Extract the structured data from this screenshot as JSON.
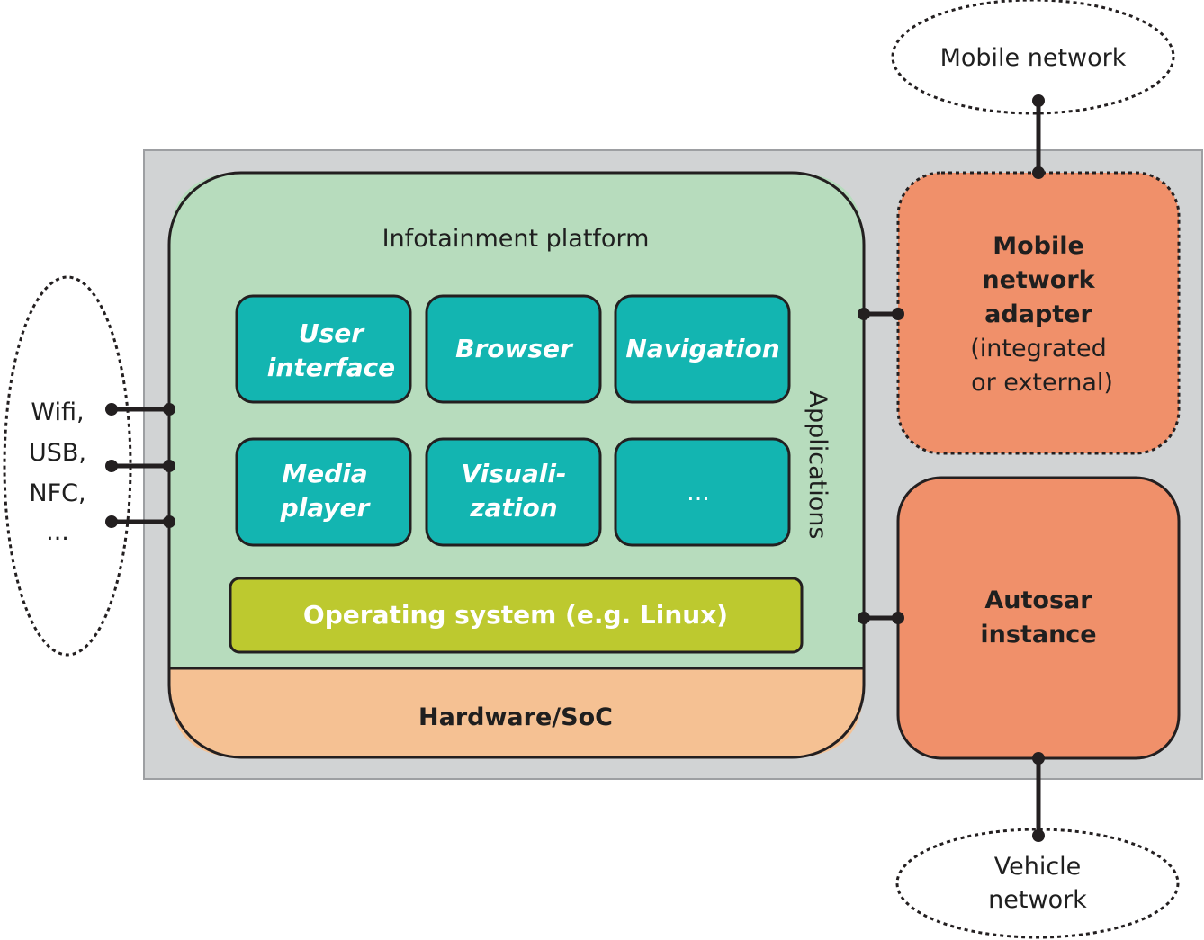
{
  "external": {
    "mobile_network": "Mobile network",
    "vehicle_network": {
      "line1": "Vehicle",
      "line2": "network"
    },
    "left_interfaces": [
      "Wifi,",
      "USB,",
      "NFC,",
      "..."
    ]
  },
  "platform": {
    "title": "Infotainment platform",
    "applications_label": "Applications",
    "apps": [
      {
        "line1": "User",
        "line2": "interface"
      },
      {
        "line1": "Browser",
        "line2": ""
      },
      {
        "line1": "Navigation",
        "line2": ""
      },
      {
        "line1": "Media",
        "line2": "player"
      },
      {
        "line1": "Visuali-",
        "line2": "zation"
      },
      {
        "line1": "...",
        "line2": ""
      }
    ],
    "os_label": "Operating system (e.g. Linux)",
    "hardware_label": "Hardware/SoC"
  },
  "mobile_adapter": {
    "bold_lines": [
      "Mobile",
      "network",
      "adapter"
    ],
    "normal_lines": [
      "(integrated",
      "or external)"
    ]
  },
  "autosar": {
    "lines": [
      "Autosar",
      "instance"
    ]
  },
  "colors": {
    "outer_box": "#d1d3d4",
    "platform_green": "#b7dcbd",
    "app_teal": "#13b5b1",
    "os_olive": "#bdc92f",
    "hardware_peach": "#f5c193",
    "orange_box": "#f0906a",
    "stroke": "#231f20"
  }
}
